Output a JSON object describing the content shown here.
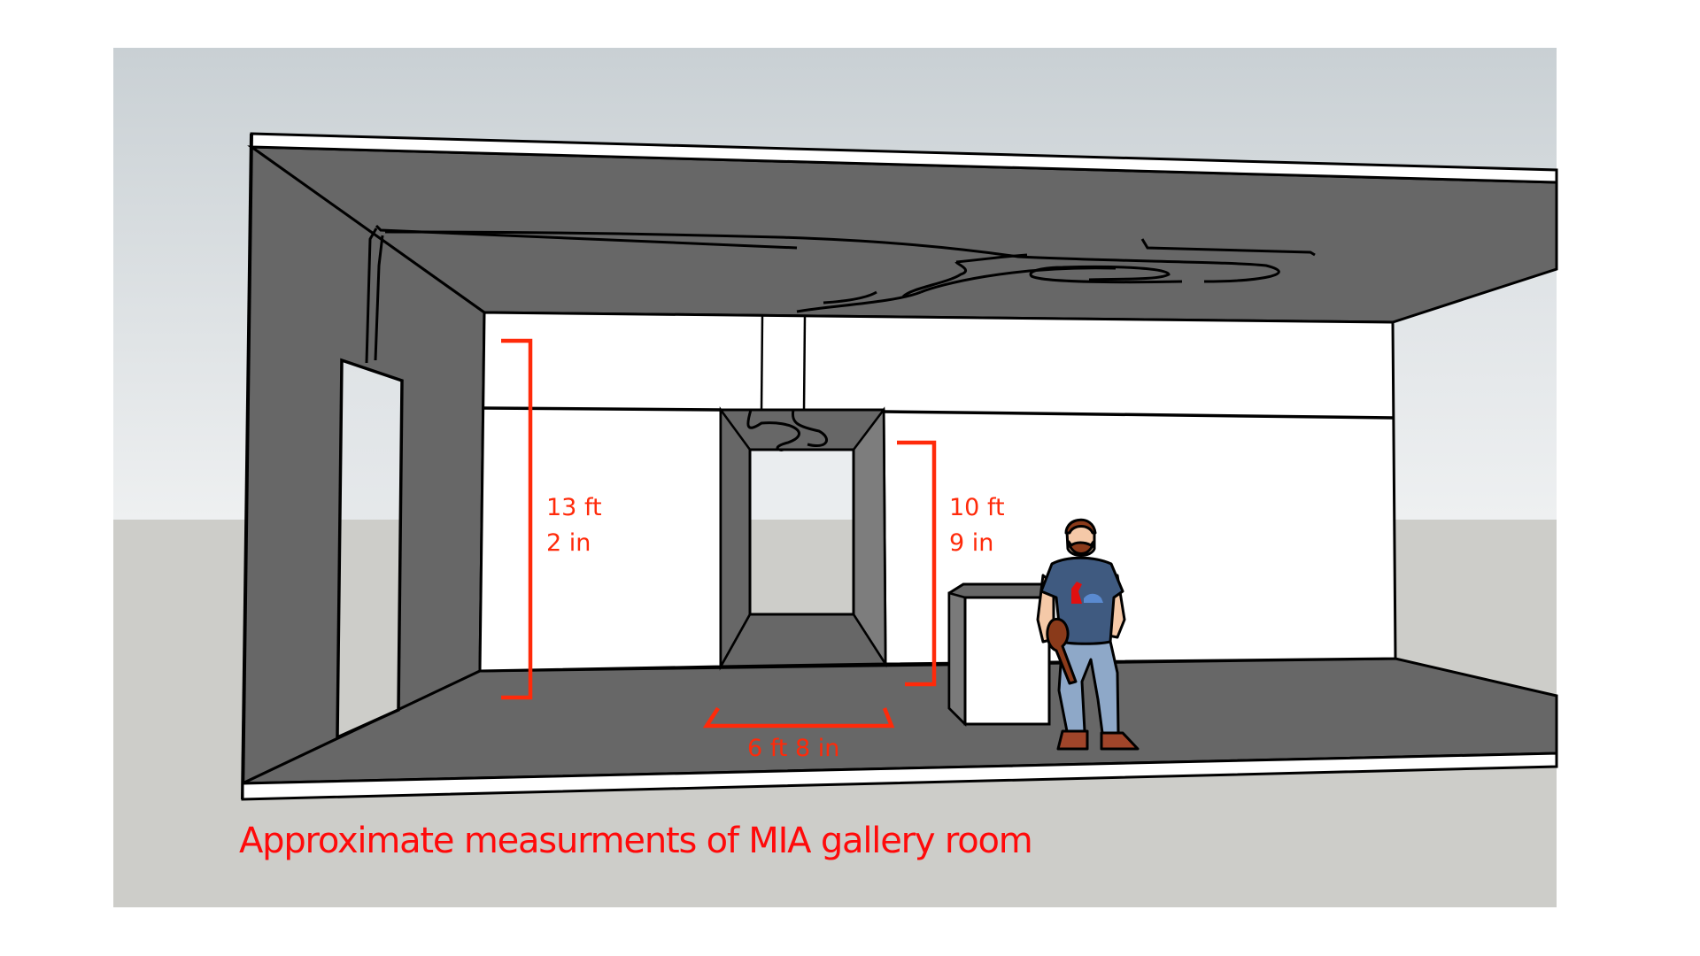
{
  "caption": "Approximate measurments of MIA gallery room",
  "colors": {
    "sky_top": "#c9d0d4",
    "sky_bottom": "#eef0f1",
    "ground": "#cdcdc9",
    "wall_dark": "#676767",
    "wall_white": "#ffffff",
    "outline": "#000000",
    "measure_red": "#ff2a0a"
  },
  "measurements": {
    "back_wall_height": {
      "line1": "13 ft",
      "line2": "2 in"
    },
    "partition_height": {
      "line1": "10 ft",
      "line2": "9 in"
    },
    "doorway_width": {
      "label": "6 ft 8 in"
    }
  },
  "objects": {
    "pedestal": "white-pedestal",
    "person": "scale-figure",
    "shirt_graphic": "dinosaur-shirt"
  }
}
